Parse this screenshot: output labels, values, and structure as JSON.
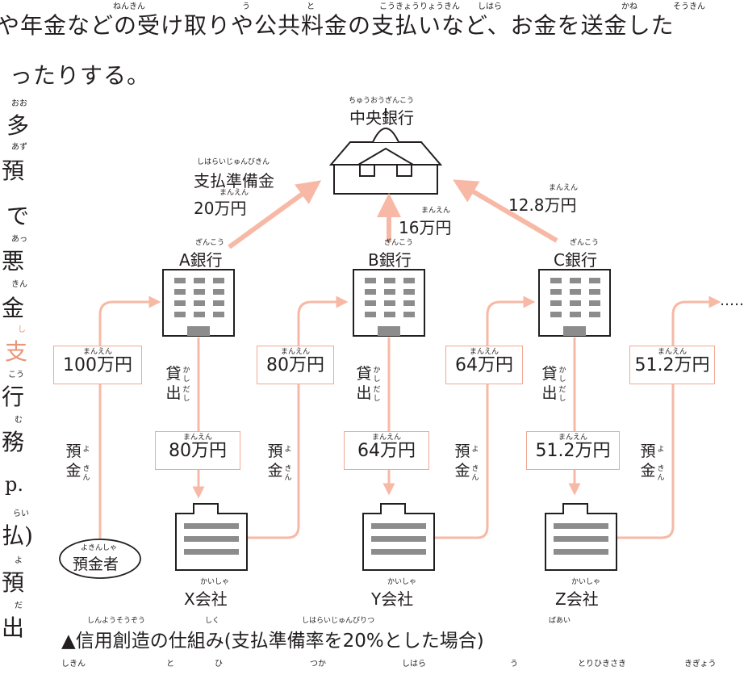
{
  "page_text": {
    "line1": "や年金などの受け取りや公共料金の支払いなど、お金を送金した",
    "line1_ruby": [
      "ねんきん",
      "う",
      "と",
      "こうきょうりょうきん",
      "しはら",
      "かね",
      "そうきん"
    ],
    "line2": "ったりする。",
    "side_lines": [
      "多",
      "預",
      "で",
      "悪",
      "金",
      "支",
      "行",
      "務",
      "p.",
      "払)",
      "預",
      "出"
    ],
    "side_ruby": [
      "おお",
      "あず",
      "あっ",
      "きん",
      "し",
      "こう",
      "む",
      "らい",
      "よ",
      "だ"
    ],
    "bottom_ruby": [
      "しきん",
      "と",
      "ひ",
      "つか",
      "しはら",
      "う",
      "とりひきさき",
      "きぎょう"
    ]
  },
  "central_bank": {
    "label": "中央銀行",
    "ruby": "ちゅうおうぎんこう"
  },
  "reserves": {
    "a": {
      "label": "支払準備金",
      "ruby": "しはらいじゅんびきん",
      "value": "20万円",
      "value_ruby": "まんえん"
    },
    "b": {
      "value": "16万円",
      "value_ruby": "まんえん"
    },
    "c": {
      "value": "12.8万円",
      "value_ruby": "まんえん"
    }
  },
  "banks": [
    {
      "label": "A銀行",
      "ruby": "ぎんこう"
    },
    {
      "label": "B銀行",
      "ruby": "ぎんこう"
    },
    {
      "label": "C銀行",
      "ruby": "ぎんこう"
    }
  ],
  "deposits": [
    {
      "value": "100万円",
      "ruby": "まんえん"
    },
    {
      "value": "80万円",
      "ruby": "まんえん"
    },
    {
      "value": "64万円",
      "ruby": "まんえん"
    },
    {
      "value": "51.2万円",
      "ruby": "まんえん"
    }
  ],
  "loans": [
    {
      "value": "80万円",
      "ruby": "まんえん"
    },
    {
      "value": "64万円",
      "ruby": "まんえん"
    },
    {
      "value": "51.2万円",
      "ruby": "まんえん"
    }
  ],
  "loan_label": {
    "text": [
      "貸",
      "出"
    ],
    "ruby": [
      "かし",
      "だし"
    ]
  },
  "deposit_label": {
    "text": [
      "預",
      "金"
    ],
    "ruby": [
      "よ",
      "きん"
    ]
  },
  "depositor": {
    "label": "預金者",
    "ruby": "よきんしゃ"
  },
  "companies": [
    {
      "label": "X会社",
      "ruby": "かいしゃ"
    },
    {
      "label": "Y会社",
      "ruby": "かいしゃ"
    },
    {
      "label": "Z会社",
      "ruby": "かいしゃ"
    }
  ],
  "ellipsis": "……",
  "caption": {
    "text": "▲信用創造の仕組み(支払準備率を20%とした場合)",
    "ruby": [
      "しんようそうぞう",
      "しく",
      "しはらいじゅんびりつ",
      "ばあい"
    ]
  },
  "colors": {
    "arrow": "#f7b9a6",
    "box_border": "#f2a894",
    "ink": "#231f20",
    "building_fill": "#ffffff",
    "window": "#8c8c8c"
  }
}
